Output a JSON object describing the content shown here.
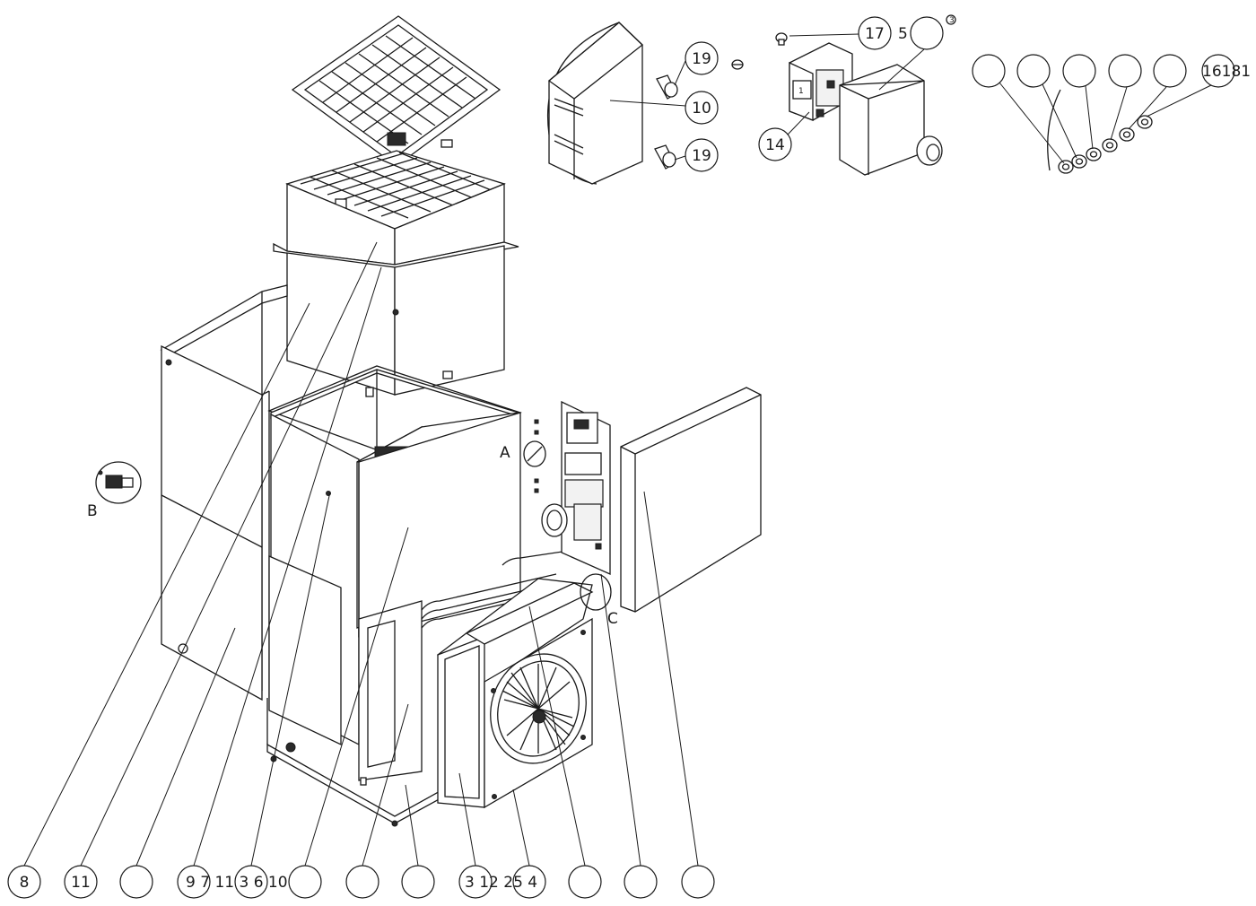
{
  "drawing": {
    "bottom_labels": [
      "8",
      "11",
      "",
      "9 7 11 3 6 10",
      "",
      "",
      "",
      "3 12 25 4",
      "",
      "",
      ""
    ],
    "detail_top": {
      "c19a": "19",
      "c10": "10",
      "c19b": "19"
    },
    "detail_switch": {
      "c17": "17",
      "c15": "5",
      "c14": "14",
      "sup": "3",
      "num1": "1"
    },
    "washers": {
      "label": "16181"
    },
    "letters": {
      "a": "A",
      "b": "B",
      "c": "C"
    }
  }
}
